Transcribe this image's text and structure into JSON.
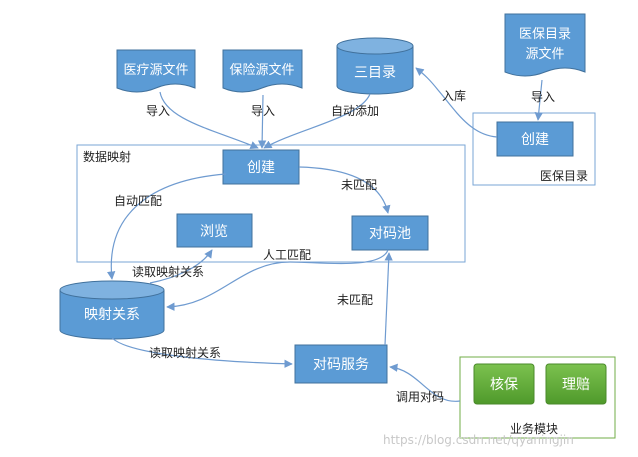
{
  "sources": {
    "medical": "医疗源文件",
    "insurance": "保险源文件",
    "catalog_source_line1": "医保目录",
    "catalog_source_line2": "源文件"
  },
  "databases": {
    "three_catalog": "三目录",
    "mapping": "映射关系"
  },
  "frames": {
    "data_mapping": "数据映射",
    "catalog": "医保目录",
    "business": "业务模块"
  },
  "nodes": {
    "create_main": "创建",
    "browse": "浏览",
    "match_pool": "对码池",
    "create_catalog": "创建",
    "match_service": "对码服务",
    "hebao": "核保",
    "lipei": "理赔"
  },
  "edges": {
    "import1": "导入",
    "import2": "导入",
    "auto_add": "自动添加",
    "into_store": "入库",
    "import3": "导入",
    "auto_match": "自动匹配",
    "unmatched1": "未匹配",
    "read_mapping1": "读取映射关系",
    "manual_match": "人工匹配",
    "unmatched2": "未匹配",
    "read_mapping2": "读取映射关系",
    "call_match": "调用对码"
  },
  "watermark": "https://blog.csdn.net/qyaningjin",
  "colors": {
    "blue_fill": "#5b9bd5",
    "blue_stroke": "#41719c",
    "green_fill": "#62ad3a",
    "green_stroke": "#4a8a2a",
    "arrow": "#7fa7d9"
  }
}
